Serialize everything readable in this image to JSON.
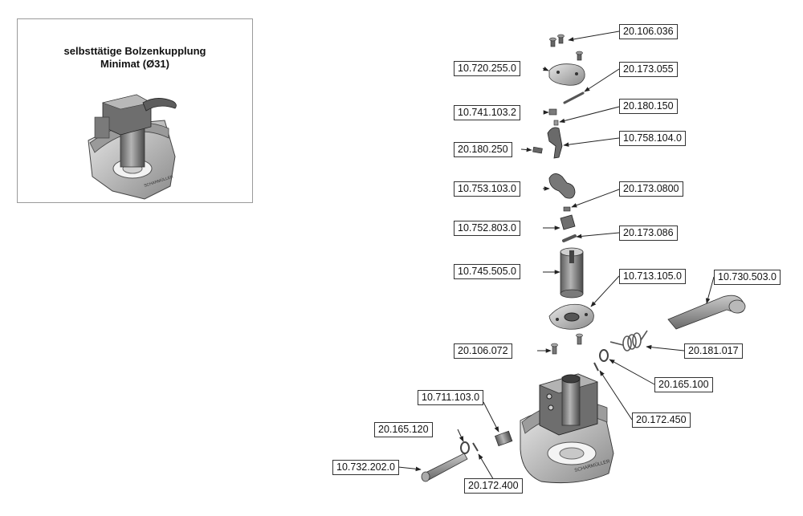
{
  "title": {
    "line1": "selbsttätige Bolzenkupplung",
    "line2": "Minimat (Ø31)"
  },
  "logo_text": "SCHARMÜLLER",
  "callouts": {
    "c1": "20.106.036",
    "c2": "10.720.255.0",
    "c3": "20.173.055",
    "c4": "10.741.103.2",
    "c5": "20.180.150",
    "c6": "20.180.250",
    "c7": "10.758.104.0",
    "c8": "10.753.103.0",
    "c9": "20.173.0800",
    "c10": "10.752.803.0",
    "c11": "20.173.086",
    "c12": "10.745.505.0",
    "c13": "10.713.105.0",
    "c14": "10.730.503.0",
    "c15": "20.106.072",
    "c16": "20.181.017",
    "c17": "20.165.100",
    "c18": "10.711.103.0",
    "c19": "20.172.450",
    "c20": "20.165.120",
    "c21": "10.732.202.0",
    "c22": "20.172.400"
  }
}
